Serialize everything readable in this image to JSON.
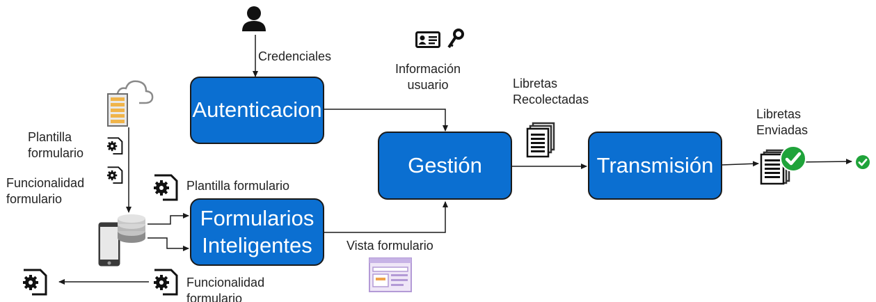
{
  "boxes": {
    "autenticacion": "Autenticacion",
    "gestion": "Gestión",
    "transmision": "Transmisión",
    "formularios_line1": "Formularios",
    "formularios_line2": "Inteligentes"
  },
  "labels": {
    "credenciales": "Credenciales",
    "informacion_line1": "Información",
    "informacion_line2": "usuario",
    "libretas_recolectadas_line1": "Libretas",
    "libretas_recolectadas_line2": "Recolectadas",
    "libretas_enviadas_line1": "Libretas",
    "libretas_enviadas_line2": "Enviadas",
    "plantilla_left_line1": "Plantilla",
    "plantilla_left_line2": "formulario",
    "funcionalidad_left_line1": "Funcionalidad",
    "funcionalidad_left_line2": "formulario",
    "plantilla_formulario": "Plantilla formulario",
    "vista_formulario": "Vista formulario",
    "funcionalidad_bottom_line1": "Funcionalidad",
    "funcionalidad_bottom_line2": "formulario"
  },
  "icons": [
    "user-icon",
    "id-card-icon",
    "key-icon",
    "cloud-server-icon",
    "gear-document-icon",
    "mobile-phone-icon",
    "database-icon",
    "document-stack-icon",
    "check-circle-icon",
    "form-window-icon"
  ],
  "colors": {
    "box_fill": "#0b6fd1",
    "check_green": "#1fa33a",
    "arrow": "#1a1a1a"
  }
}
